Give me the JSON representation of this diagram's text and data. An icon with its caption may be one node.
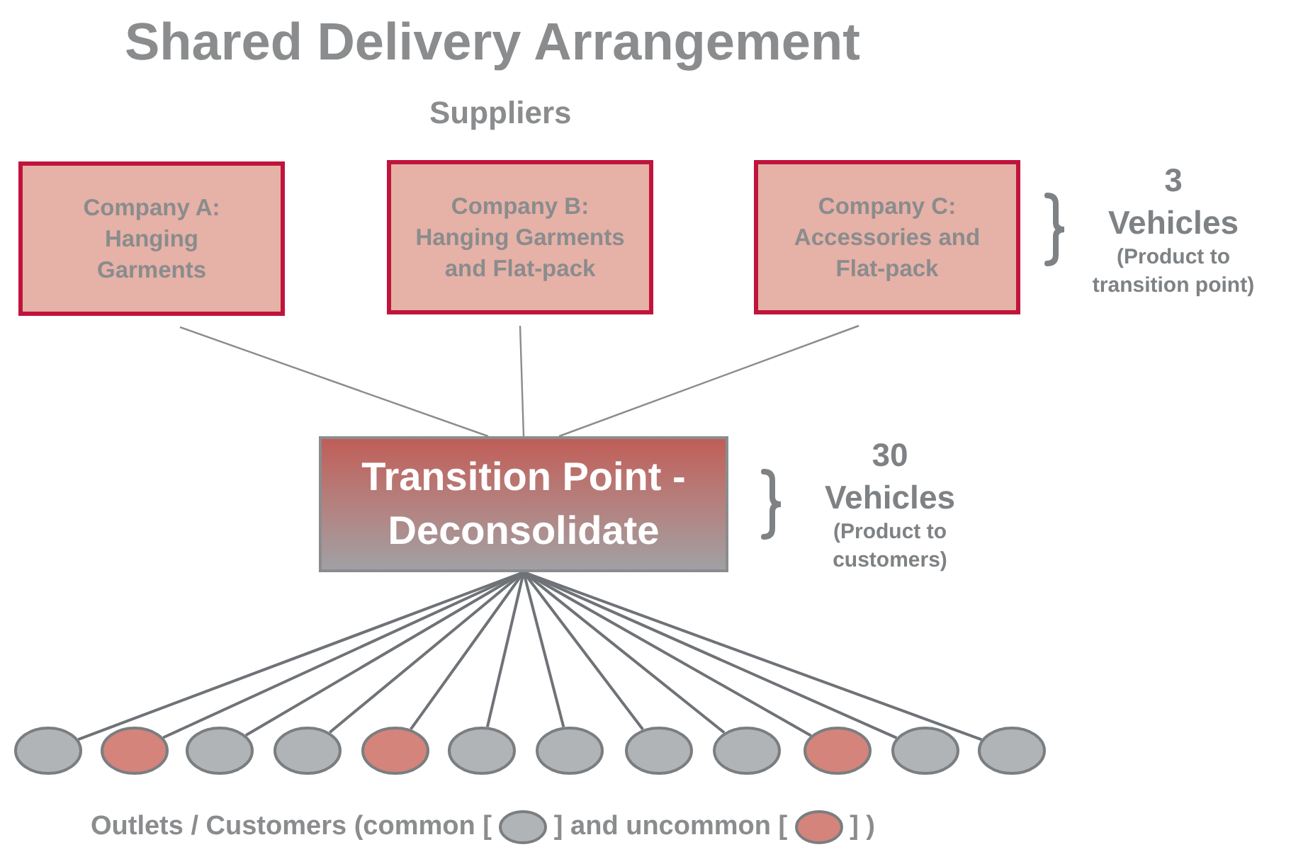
{
  "diagram": {
    "title": "Shared Delivery Arrangement",
    "nodes": [
      {
        "text": [
          "Company A: Hanging Garments"
        ]
      },
      {
        "text": [
          "Company B: Hanging Garments and Flat-pack"
        ]
      },
      {
        "text": [
          "Company C: Accessories and Flat-pack"
        ],
        "beside": [
          "3",
          "Vehicles",
          "(Product to transition point)"
        ]
      },
      {
        "text": [
          "Transition Point - Deconsolidate"
        ],
        "beside": [
          "30",
          "Vehicles",
          "(Product to customers)"
        ]
      },
      {
        "text": [],
        "shape": "ellipse"
      },
      {
        "text": [],
        "shape": "ellipse"
      },
      {
        "text": [],
        "shape": "ellipse"
      },
      {
        "text": [],
        "shape": "ellipse"
      },
      {
        "text": [],
        "shape": "ellipse"
      },
      {
        "text": [],
        "shape": "ellipse"
      },
      {
        "text": [],
        "shape": "ellipse"
      },
      {
        "text": [],
        "shape": "ellipse"
      },
      {
        "text": [],
        "shape": "ellipse"
      },
      {
        "text": [],
        "shape": "ellipse"
      },
      {
        "text": [],
        "shape": "ellipse"
      },
      {
        "text": [],
        "shape": "ellipse"
      }
    ],
    "edges": [
      {
        "from": 0,
        "to": 3,
        "arrow": "none"
      },
      {
        "from": 1,
        "to": 3,
        "arrow": "none"
      },
      {
        "from": 2,
        "to": 3,
        "arrow": "none"
      },
      {
        "from": 3,
        "to": 4,
        "arrow": "none"
      },
      {
        "from": 3,
        "to": 5,
        "arrow": "none"
      },
      {
        "from": 3,
        "to": 6,
        "arrow": "none"
      },
      {
        "from": 3,
        "to": 7,
        "arrow": "none"
      },
      {
        "from": 3,
        "to": 8,
        "arrow": "none"
      },
      {
        "from": 3,
        "to": 9,
        "arrow": "none"
      },
      {
        "from": 3,
        "to": 10,
        "arrow": "none"
      },
      {
        "from": 3,
        "to": 11,
        "arrow": "none"
      },
      {
        "from": 3,
        "to": 12,
        "arrow": "none"
      },
      {
        "from": 3,
        "to": 13,
        "arrow": "none"
      },
      {
        "from": 3,
        "to": 14,
        "arrow": "none"
      },
      {
        "from": 3,
        "to": 15,
        "arrow": "none"
      }
    ],
    "labels": [
      "Suppliers",
      "] )"
    ],
    "legend": [
      {
        "text": "Outlets / Customers (common [",
        "color": "#b1b4b7"
      },
      {
        "text": "] and uncommon [",
        "color": "#d4847b"
      }
    ]
  }
}
